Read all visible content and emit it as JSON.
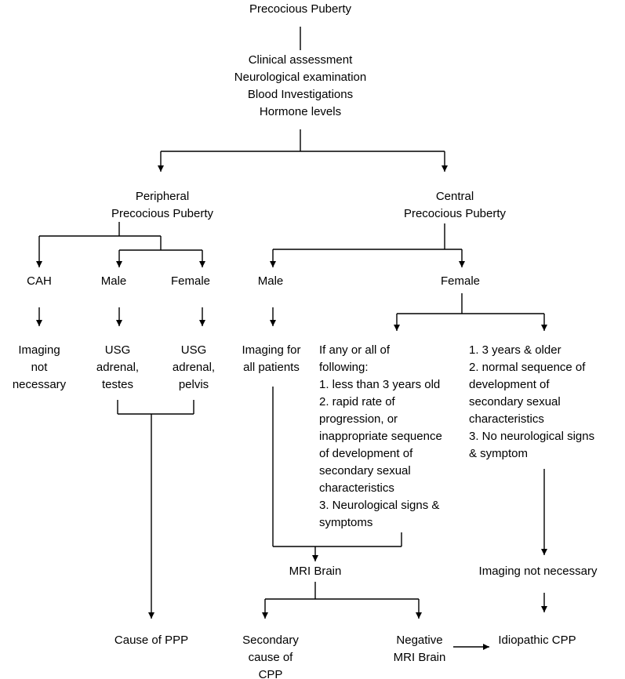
{
  "diagram": {
    "title": "Precocious Puberty",
    "assessment": "Clinical assessment\nNeurological examination\nBlood Investigations\nHormone levels",
    "peripheral": "Peripheral\nPrecocious Puberty",
    "central": "Central\nPrecocious Puberty",
    "ppp_cah": "CAH",
    "ppp_male": "Male",
    "ppp_female": "Female",
    "cpp_male": "Male",
    "cpp_female": "Female",
    "imaging_not_necessary_cah": "Imaging\nnot\nnecessary",
    "usg_testes": "USG\nadrenal,\ntestes",
    "usg_pelvis": "USG\nadrenal,\npelvis",
    "imaging_all": "Imaging for\nall patients",
    "female_criteria_a": "If any or all of\nfollowing:\n1. less than 3 years old\n2. rapid rate of\nprogression, or\ninappropriate sequence\nof development of\nsecondary sexual\ncharacteristics\n3. Neurological signs &\nsymptoms",
    "female_criteria_b": "1. 3 years & older\n2. normal sequence of\ndevelopment of\nsecondary sexual\ncharacteristics\n3. No neurological signs\n& symptom",
    "mri_brain": "MRI Brain",
    "imaging_not_necessary_cpp": "Imaging not necessary",
    "cause_ppp": "Cause of PPP",
    "secondary_cause": "Secondary\ncause of\nCPP",
    "negative_mri": "Negative\nMRI Brain",
    "idiopathic_cpp": "Idiopathic CPP"
  },
  "colors": {
    "line": "#000000",
    "text": "#000000",
    "background": "#ffffff"
  }
}
